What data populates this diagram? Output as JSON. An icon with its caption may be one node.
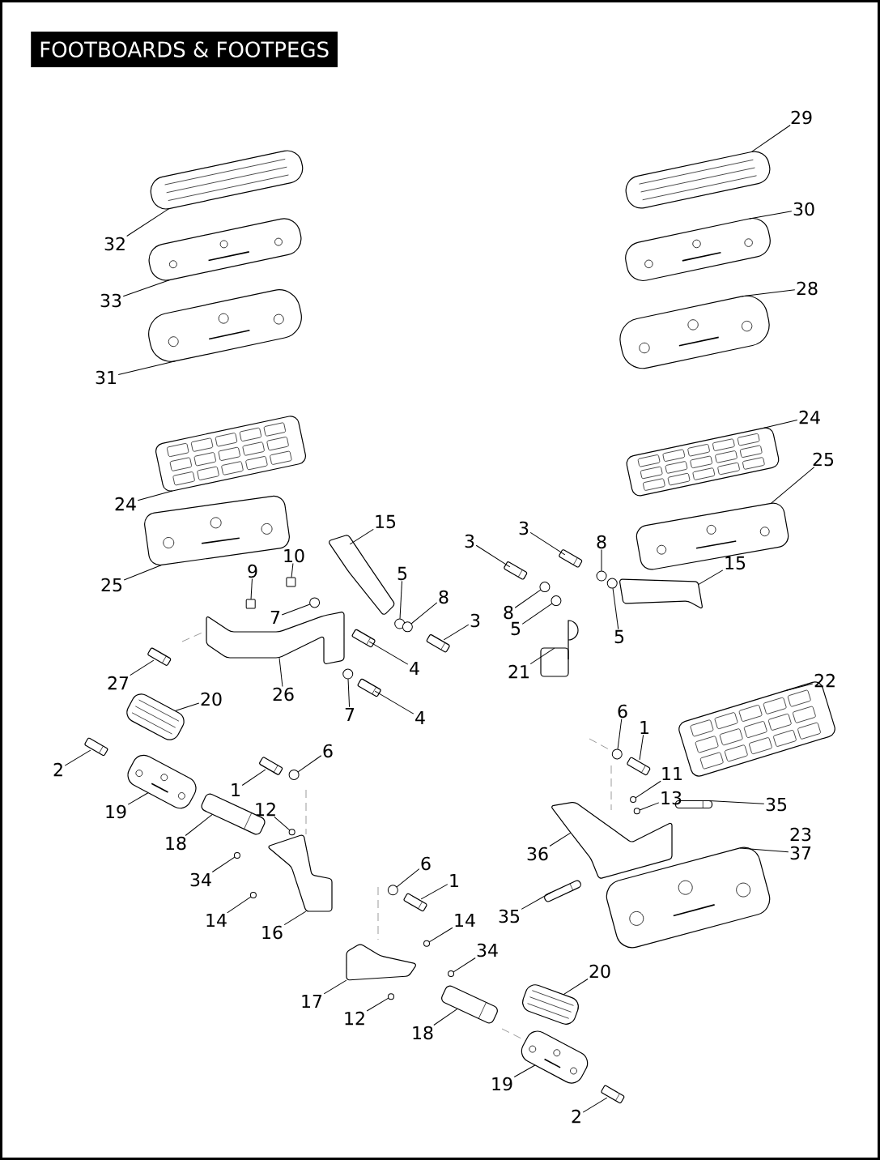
{
  "diagram": {
    "title": "FOOTBOARDS & FOOTPEGS",
    "nodes": [
      {
        "text": [
          "29"
        ]
      },
      {
        "text": [
          "30"
        ]
      },
      {
        "text": [
          "32"
        ]
      },
      {
        "text": [
          "28"
        ]
      },
      {
        "text": [
          "33"
        ]
      },
      {
        "text": [
          "31"
        ]
      },
      {
        "text": [
          "24"
        ]
      },
      {
        "text": [
          "25"
        ]
      },
      {
        "text": [
          "24"
        ]
      },
      {
        "text": [
          "15"
        ]
      },
      {
        "text": [
          "3"
        ]
      },
      {
        "text": [
          "3"
        ]
      },
      {
        "text": [
          "8"
        ]
      },
      {
        "text": [
          "10"
        ]
      },
      {
        "text": [
          "15"
        ]
      },
      {
        "text": [
          "9"
        ]
      },
      {
        "text": [
          "5"
        ]
      },
      {
        "text": [
          "25"
        ]
      },
      {
        "text": [
          "8"
        ]
      },
      {
        "text": [
          "8"
        ]
      },
      {
        "text": [
          "7"
        ]
      },
      {
        "text": [
          "3"
        ]
      },
      {
        "text": [
          "5"
        ]
      },
      {
        "text": [
          "5"
        ]
      },
      {
        "text": [
          "4"
        ]
      },
      {
        "text": [
          "21"
        ]
      },
      {
        "text": [
          "27"
        ]
      },
      {
        "text": [
          "26"
        ]
      },
      {
        "text": [
          "22"
        ]
      },
      {
        "text": [
          "20"
        ]
      },
      {
        "text": [
          "6"
        ]
      },
      {
        "text": [
          "7"
        ]
      },
      {
        "text": [
          "4"
        ]
      },
      {
        "text": [
          "1"
        ]
      },
      {
        "text": [
          "6"
        ]
      },
      {
        "text": [
          "2"
        ]
      },
      {
        "text": [
          "11"
        ]
      },
      {
        "text": [
          "1"
        ]
      },
      {
        "text": [
          "13"
        ]
      },
      {
        "text": [
          "35"
        ]
      },
      {
        "text": [
          "12"
        ]
      },
      {
        "text": [
          "19"
        ]
      },
      {
        "text": [
          "18"
        ]
      },
      {
        "text": [
          "37"
        ]
      },
      {
        "text": [
          "36"
        ]
      },
      {
        "text": [
          "6"
        ]
      },
      {
        "text": [
          "34"
        ]
      },
      {
        "text": [
          "1"
        ]
      },
      {
        "text": [
          "35"
        ]
      },
      {
        "text": [
          "14"
        ]
      },
      {
        "text": [
          "14"
        ]
      },
      {
        "text": [
          "16"
        ]
      },
      {
        "text": [
          "34"
        ]
      },
      {
        "text": [
          "20"
        ]
      },
      {
        "text": [
          "17"
        ]
      },
      {
        "text": [
          "12"
        ]
      },
      {
        "text": [
          "18"
        ]
      },
      {
        "text": [
          "19"
        ]
      },
      {
        "text": [
          "2"
        ]
      },
      {
        "text": [],
        "shape": "picture"
      },
      {
        "text": [],
        "shape": "picture"
      },
      {
        "text": [],
        "shape": "picture"
      },
      {
        "text": [],
        "shape": "picture"
      },
      {
        "text": [],
        "shape": "picture"
      },
      {
        "text": [],
        "shape": "picture"
      },
      {
        "text": [],
        "shape": "picture"
      },
      {
        "text": [],
        "shape": "picture"
      },
      {
        "text": [],
        "shape": "picture"
      },
      {
        "text": [],
        "shape": "picture"
      },
      {
        "text": [],
        "shape": "picture"
      },
      {
        "text": [],
        "shape": "picture"
      },
      {
        "text": [],
        "shape": "circle"
      },
      {
        "text": [],
        "shape": "box"
      },
      {
        "text": [],
        "shape": "picture"
      },
      {
        "text": [],
        "shape": "box"
      },
      {
        "text": [],
        "shape": "circle"
      },
      {
        "text": [],
        "shape": "picture"
      },
      {
        "text": [],
        "shape": "circle"
      },
      {
        "text": [],
        "shape": "circle"
      },
      {
        "text": [],
        "shape": "circle"
      },
      {
        "text": [],
        "shape": "picture"
      },
      {
        "text": [],
        "shape": "circle"
      },
      {
        "text": [],
        "shape": "circle"
      },
      {
        "text": [],
        "shape": "picture"
      },
      {
        "text": [],
        "shape": "picture"
      },
      {
        "text": [],
        "shape": "picture"
      },
      {
        "text": [],
        "shape": "picture"
      },
      {
        "text": [],
        "shape": "picture"
      },
      {
        "text": [],
        "shape": "picture"
      },
      {
        "text": [],
        "shape": "circle"
      },
      {
        "text": [],
        "shape": "circle"
      },
      {
        "text": [],
        "shape": "picture"
      },
      {
        "text": [],
        "shape": "picture"
      },
      {
        "text": [],
        "shape": "circle"
      },
      {
        "text": [],
        "shape": "picture"
      },
      {
        "text": [],
        "shape": "circle"
      },
      {
        "text": [],
        "shape": "picture"
      },
      {
        "text": [],
        "shape": "circle"
      },
      {
        "text": [],
        "shape": "picture"
      },
      {
        "text": [],
        "shape": "circle"
      },
      {
        "text": [],
        "shape": "picture"
      },
      {
        "text": [],
        "shape": "picture"
      },
      {
        "text": [],
        "shape": "picture"
      },
      {
        "text": [],
        "shape": "picture"
      },
      {
        "text": [],
        "shape": "circle"
      },
      {
        "text": [],
        "shape": "circle"
      },
      {
        "text": [],
        "shape": "picture"
      },
      {
        "text": [],
        "shape": "picture"
      },
      {
        "text": [],
        "shape": "circle"
      },
      {
        "text": [],
        "shape": "circle"
      },
      {
        "text": [],
        "shape": "picture"
      },
      {
        "text": [],
        "shape": "circle"
      },
      {
        "text": [],
        "shape": "picture"
      },
      {
        "text": [],
        "shape": "picture"
      },
      {
        "text": [],
        "shape": "circle"
      },
      {
        "text": [],
        "shape": "picture"
      },
      {
        "text": [],
        "shape": "picture"
      },
      {
        "text": [],
        "shape": "picture"
      }
    ],
    "edges": [
      {
        "from": 0,
        "to": 59,
        "arrow": "none"
      },
      {
        "from": 1,
        "to": 60,
        "arrow": "none"
      },
      {
        "from": 2,
        "to": 61,
        "arrow": "none"
      },
      {
        "from": 3,
        "to": 62,
        "arrow": "none"
      },
      {
        "from": 4,
        "to": 63,
        "arrow": "none"
      },
      {
        "from": 5,
        "to": 64,
        "arrow": "none"
      },
      {
        "from": 6,
        "to": 65,
        "arrow": "none"
      },
      {
        "from": 7,
        "to": 66,
        "arrow": "none"
      },
      {
        "from": 8,
        "to": 67,
        "arrow": "none"
      },
      {
        "from": 9,
        "to": 68,
        "arrow": "none"
      },
      {
        "from": 10,
        "to": 69,
        "arrow": "none"
      },
      {
        "from": 11,
        "to": 70,
        "arrow": "none"
      },
      {
        "from": 12,
        "to": 71,
        "arrow": "none"
      },
      {
        "from": 13,
        "to": 72,
        "arrow": "none"
      },
      {
        "from": 14,
        "to": 73,
        "arrow": "none"
      },
      {
        "from": 15,
        "to": 74,
        "arrow": "none"
      },
      {
        "from": 16,
        "to": 75,
        "arrow": "none"
      },
      {
        "from": 17,
        "to": 76,
        "arrow": "none"
      },
      {
        "from": 18,
        "to": 77,
        "arrow": "none"
      },
      {
        "from": 19,
        "to": 78,
        "arrow": "none"
      },
      {
        "from": 20,
        "to": 79,
        "arrow": "none"
      },
      {
        "from": 21,
        "to": 80,
        "arrow": "none"
      },
      {
        "from": 22,
        "to": 81,
        "arrow": "none"
      },
      {
        "from": 23,
        "to": 82,
        "arrow": "none"
      },
      {
        "from": 24,
        "to": 83,
        "arrow": "none"
      },
      {
        "from": 25,
        "to": 84,
        "arrow": "none"
      },
      {
        "from": 26,
        "to": 85,
        "arrow": "none"
      },
      {
        "from": 27,
        "to": 86,
        "arrow": "none"
      },
      {
        "from": 28,
        "to": 87,
        "arrow": "none"
      },
      {
        "from": 29,
        "to": 88,
        "arrow": "none"
      },
      {
        "from": 30,
        "to": 89,
        "arrow": "none"
      },
      {
        "from": 31,
        "to": 90,
        "arrow": "none"
      },
      {
        "from": 32,
        "to": 91,
        "arrow": "none"
      },
      {
        "from": 33,
        "to": 92,
        "arrow": "none"
      },
      {
        "from": 34,
        "to": 93,
        "arrow": "none"
      },
      {
        "from": 35,
        "to": 94,
        "arrow": "none"
      },
      {
        "from": 36,
        "to": 95,
        "arrow": "none"
      },
      {
        "from": 37,
        "to": 96,
        "arrow": "none"
      },
      {
        "from": 38,
        "to": 97,
        "arrow": "none"
      },
      {
        "from": 39,
        "to": 98,
        "arrow": "none"
      },
      {
        "from": 40,
        "to": 99,
        "arrow": "none"
      },
      {
        "from": 41,
        "to": 100,
        "arrow": "none"
      },
      {
        "from": 42,
        "to": 101,
        "arrow": "none"
      },
      {
        "from": 43,
        "to": 102,
        "arrow": "none"
      },
      {
        "from": 44,
        "to": 103,
        "arrow": "none"
      },
      {
        "from": 45,
        "to": 104,
        "arrow": "none"
      },
      {
        "from": 46,
        "to": 105,
        "arrow": "none"
      },
      {
        "from": 47,
        "to": 106,
        "arrow": "none"
      },
      {
        "from": 48,
        "to": 107,
        "arrow": "none"
      },
      {
        "from": 49,
        "to": 108,
        "arrow": "none"
      },
      {
        "from": 50,
        "to": 109,
        "arrow": "none"
      },
      {
        "from": 51,
        "to": 110,
        "arrow": "none"
      },
      {
        "from": 52,
        "to": 111,
        "arrow": "none"
      },
      {
        "from": 53,
        "to": 112,
        "arrow": "none"
      },
      {
        "from": 54,
        "to": 113,
        "arrow": "none"
      },
      {
        "from": 55,
        "to": 114,
        "arrow": "none"
      },
      {
        "from": 56,
        "to": 115,
        "arrow": "none"
      },
      {
        "from": 57,
        "to": 116,
        "arrow": "none"
      },
      {
        "from": 58,
        "to": 117,
        "arrow": "none"
      }
    ],
    "labels": [
      "23"
    ]
  }
}
